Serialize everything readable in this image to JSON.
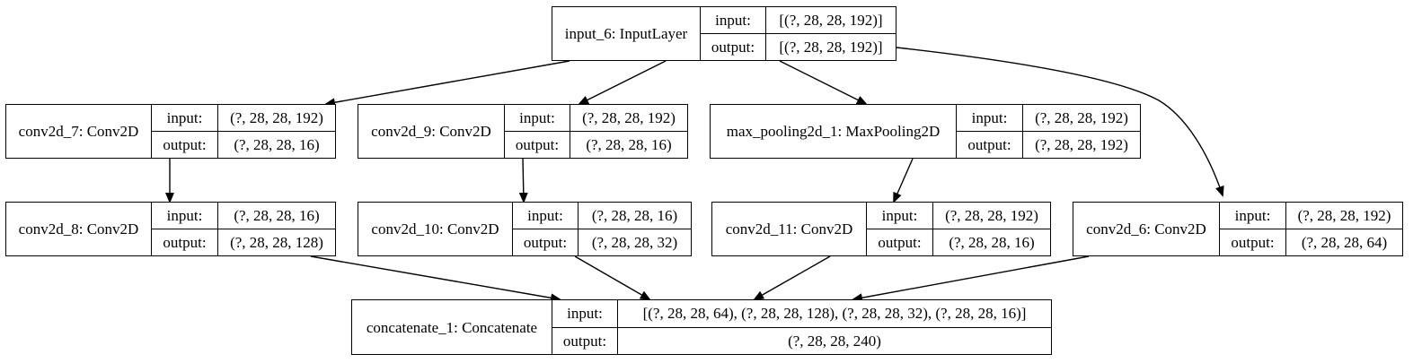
{
  "labels": {
    "input": "input:",
    "output": "output:"
  },
  "nodes": {
    "input6": {
      "name": "input_6: InputLayer",
      "input": "[(?, 28, 28, 192)]",
      "output": "[(?, 28, 28, 192)]"
    },
    "conv2d7": {
      "name": "conv2d_7: Conv2D",
      "input": "(?, 28, 28, 192)",
      "output": "(?, 28, 28, 16)"
    },
    "conv2d9": {
      "name": "conv2d_9: Conv2D",
      "input": "(?, 28, 28, 192)",
      "output": "(?, 28, 28, 16)"
    },
    "maxpool1": {
      "name": "max_pooling2d_1: MaxPooling2D",
      "input": "(?, 28, 28, 192)",
      "output": "(?, 28, 28, 192)"
    },
    "conv2d8": {
      "name": "conv2d_8: Conv2D",
      "input": "(?, 28, 28, 16)",
      "output": "(?, 28, 28, 128)"
    },
    "conv2d10": {
      "name": "conv2d_10: Conv2D",
      "input": "(?, 28, 28, 16)",
      "output": "(?, 28, 28, 32)"
    },
    "conv2d11": {
      "name": "conv2d_11: Conv2D",
      "input": "(?, 28, 28, 192)",
      "output": "(?, 28, 28, 16)"
    },
    "conv2d6": {
      "name": "conv2d_6: Conv2D",
      "input": "(?, 28, 28, 192)",
      "output": "(?, 28, 28, 64)"
    },
    "concat1": {
      "name": "concatenate_1: Concatenate",
      "input": "[(?, 28, 28, 64), (?, 28, 28, 128), (?, 28, 28, 32), (?, 28, 28, 16)]",
      "output": "(?, 28, 28, 240)"
    }
  },
  "edges": [
    [
      "input6",
      "conv2d7"
    ],
    [
      "input6",
      "conv2d9"
    ],
    [
      "input6",
      "maxpool1"
    ],
    [
      "input6",
      "conv2d6"
    ],
    [
      "conv2d7",
      "conv2d8"
    ],
    [
      "conv2d9",
      "conv2d10"
    ],
    [
      "maxpool1",
      "conv2d11"
    ],
    [
      "conv2d8",
      "concat1"
    ],
    [
      "conv2d10",
      "concat1"
    ],
    [
      "conv2d11",
      "concat1"
    ],
    [
      "conv2d6",
      "concat1"
    ]
  ]
}
